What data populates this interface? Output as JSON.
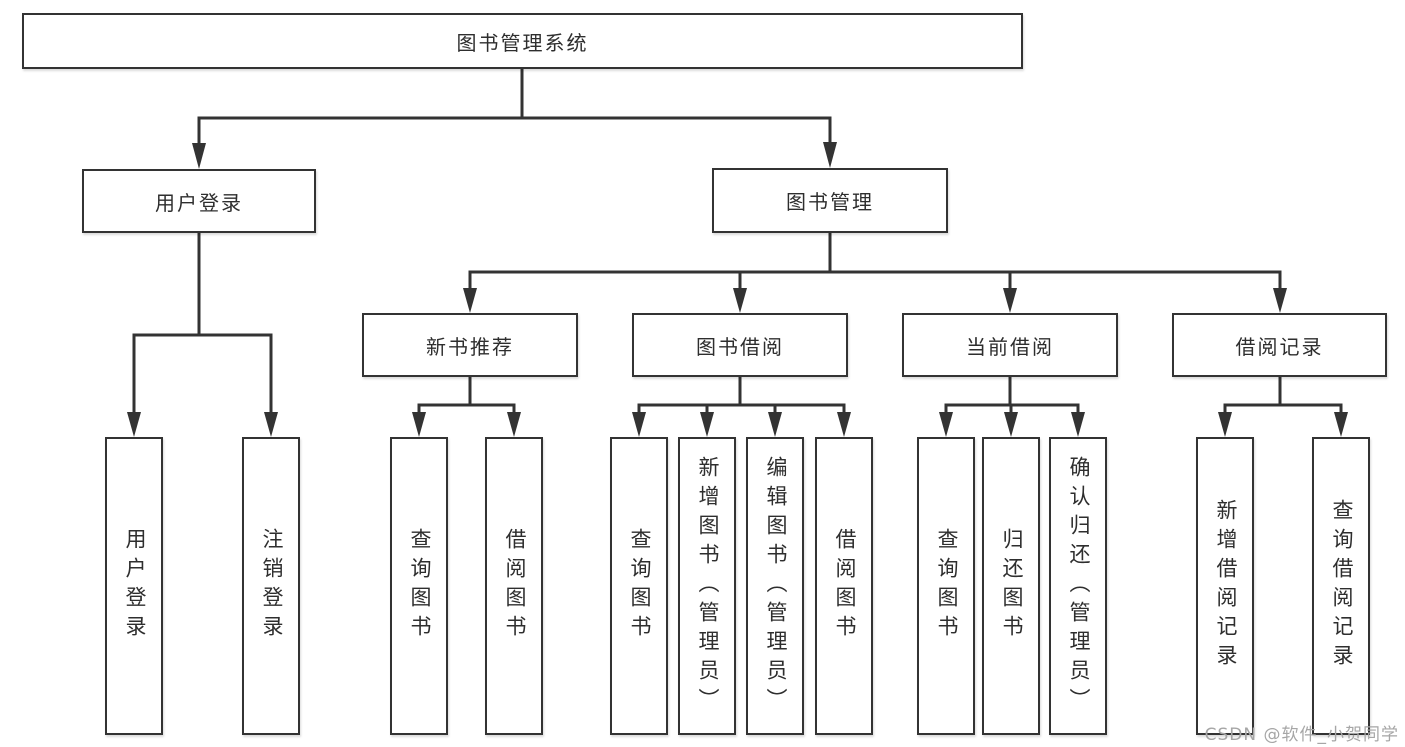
{
  "diagram": {
    "root": {
      "label": "图书管理系统"
    },
    "branches": [
      {
        "label": "用户登录",
        "leaves": [
          {
            "label": "用户登录"
          },
          {
            "label": "注销登录"
          }
        ]
      },
      {
        "label": "图书管理",
        "groups": [
          {
            "label": "新书推荐",
            "leaves": [
              {
                "label": "查询图书"
              },
              {
                "label": "借阅图书"
              }
            ]
          },
          {
            "label": "图书借阅",
            "leaves": [
              {
                "label": "查询图书"
              },
              {
                "label": "新增图书（管理员）"
              },
              {
                "label": "编辑图书（管理员）"
              },
              {
                "label": "借阅图书"
              }
            ]
          },
          {
            "label": "当前借阅",
            "leaves": [
              {
                "label": "查询图书"
              },
              {
                "label": "归还图书"
              },
              {
                "label": "确认归还（管理员）"
              }
            ]
          },
          {
            "label": "借阅记录",
            "leaves": [
              {
                "label": "新增借阅记录"
              },
              {
                "label": "查询借阅记录"
              }
            ]
          }
        ]
      }
    ],
    "watermark": "CSDN @软件_小贺同学",
    "colors": {
      "line": "#333333",
      "box_border": "#333333",
      "box_background": "#ffffff",
      "text": "#2e2e2e",
      "watermark": "#a6a6a6",
      "page_background": "#ffffff"
    }
  }
}
